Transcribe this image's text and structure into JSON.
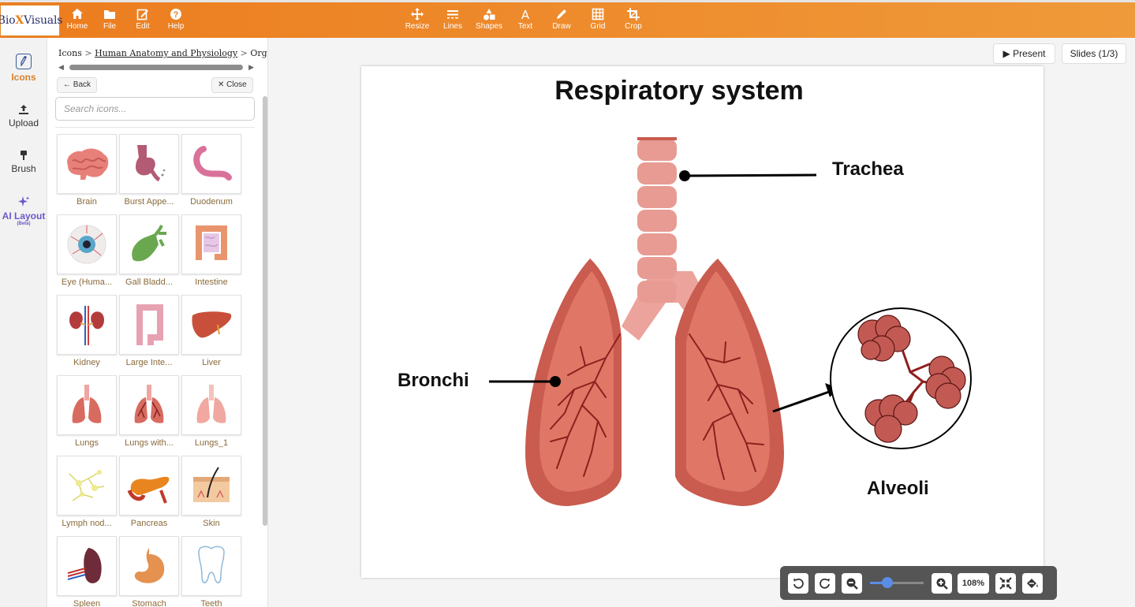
{
  "app": {
    "logo_left": "Bio",
    "logo_x": "X",
    "logo_right": "Visuals"
  },
  "toolbar": {
    "left": [
      {
        "id": "home",
        "label": "Home",
        "icon": "home-icon"
      },
      {
        "id": "file",
        "label": "File",
        "icon": "folder-icon"
      },
      {
        "id": "edit",
        "label": "Edit",
        "icon": "edit-icon"
      },
      {
        "id": "help",
        "label": "Help",
        "icon": "help-icon"
      }
    ],
    "center": [
      {
        "id": "resize",
        "label": "Resize",
        "icon": "move-icon"
      },
      {
        "id": "lines",
        "label": "Lines",
        "icon": "lines-icon"
      },
      {
        "id": "shapes",
        "label": "Shapes",
        "icon": "shapes-icon"
      },
      {
        "id": "text",
        "label": "Text",
        "icon": "text-icon"
      },
      {
        "id": "draw",
        "label": "Draw",
        "icon": "pencil-icon"
      },
      {
        "id": "grid",
        "label": "Grid",
        "icon": "grid-icon"
      },
      {
        "id": "crop",
        "label": "Crop",
        "icon": "crop-icon"
      }
    ]
  },
  "rail": {
    "icons": "Icons",
    "upload": "Upload",
    "brush": "Brush",
    "ai_layout": "AI Layout",
    "ai_beta": "(Beta)"
  },
  "panel": {
    "crumb_root": "Icons",
    "crumb_sep": ">",
    "crumb_category": "Human Anatomy and Physiology",
    "crumb_leaf": "Organs",
    "back_label": "← Back",
    "close_label": "✕ Close",
    "search_placeholder": "Search icons...",
    "tiles": [
      {
        "label": "Brain",
        "icon": "brain-icon"
      },
      {
        "label": "Burst Appe...",
        "icon": "burst-appendix-icon"
      },
      {
        "label": "Duodenum",
        "icon": "duodenum-icon"
      },
      {
        "label": "Eye (Huma...",
        "icon": "eye-icon"
      },
      {
        "label": "Gall Bladd...",
        "icon": "gall-bladder-icon"
      },
      {
        "label": "Intestine",
        "icon": "intestine-icon"
      },
      {
        "label": "Kidney",
        "icon": "kidney-icon"
      },
      {
        "label": "Large Inte...",
        "icon": "large-intestine-icon"
      },
      {
        "label": "Liver",
        "icon": "liver-icon"
      },
      {
        "label": "Lungs",
        "icon": "lungs-icon"
      },
      {
        "label": "Lungs with...",
        "icon": "lungs-with-bronchi-icon"
      },
      {
        "label": "Lungs_1",
        "icon": "lungs-1-icon"
      },
      {
        "label": "Lymph nod...",
        "icon": "lymph-node-icon"
      },
      {
        "label": "Pancreas",
        "icon": "pancreas-icon"
      },
      {
        "label": "Skin",
        "icon": "skin-icon"
      },
      {
        "label": "Spleen",
        "icon": "spleen-icon"
      },
      {
        "label": "Stomach",
        "icon": "stomach-icon"
      },
      {
        "label": "Teeth",
        "icon": "teeth-icon"
      }
    ]
  },
  "canvas": {
    "present_label": "▶ Present",
    "slides_label": "Slides (1/3)",
    "title": "Respiratory system",
    "labels": {
      "trachea": "Trachea",
      "bronchi": "Bronchi",
      "alveoli": "Alveoli"
    }
  },
  "zoom": {
    "percent": "108%",
    "slider_fraction": 0.33
  },
  "colors": {
    "accent": "#ec7c1e",
    "lung": "#e07766",
    "lung_dark": "#c95b4f",
    "trachea": "#eba39b",
    "vessel": "#8f1f1f"
  }
}
